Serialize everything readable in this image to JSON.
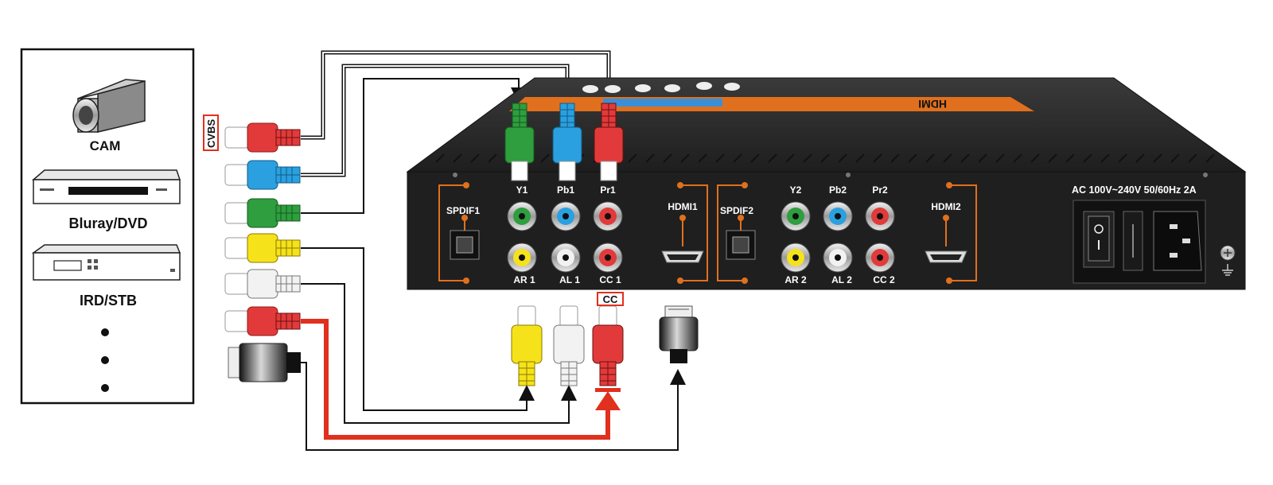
{
  "sources": {
    "cam_label": "CAM",
    "bluray_label": "Bluray/DVD",
    "ird_label": "IRD/STB",
    "cvbs_tag": "CVBS"
  },
  "device": {
    "brand_text": "HDMI",
    "power_label": "AC 100V~240V 50/60Hz 2A",
    "port_labels": {
      "spdif1": "SPDIF1",
      "spdif2": "SPDIF2",
      "hdmi1": "HDMI1",
      "hdmi2": "HDMI2",
      "y1": "Y1",
      "pb1": "Pb1",
      "pr1": "Pr1",
      "ar1": "AR 1",
      "al1": "AL 1",
      "cc1": "CC 1",
      "y2": "Y2",
      "pb2": "Pb2",
      "pr2": "Pr2",
      "ar2": "AR 2",
      "al2": "AL 2",
      "cc2": "CC 2"
    }
  },
  "cc_tag": "CC",
  "colors": {
    "red": "#e23a3a",
    "green": "#2e9e3e",
    "blue": "#2aa0e0",
    "yellow": "#f5e21a",
    "white": "#f2f2f2",
    "orange": "#e0701e",
    "cc_line": "#e0301e",
    "chassis": "#2a2a2a"
  }
}
